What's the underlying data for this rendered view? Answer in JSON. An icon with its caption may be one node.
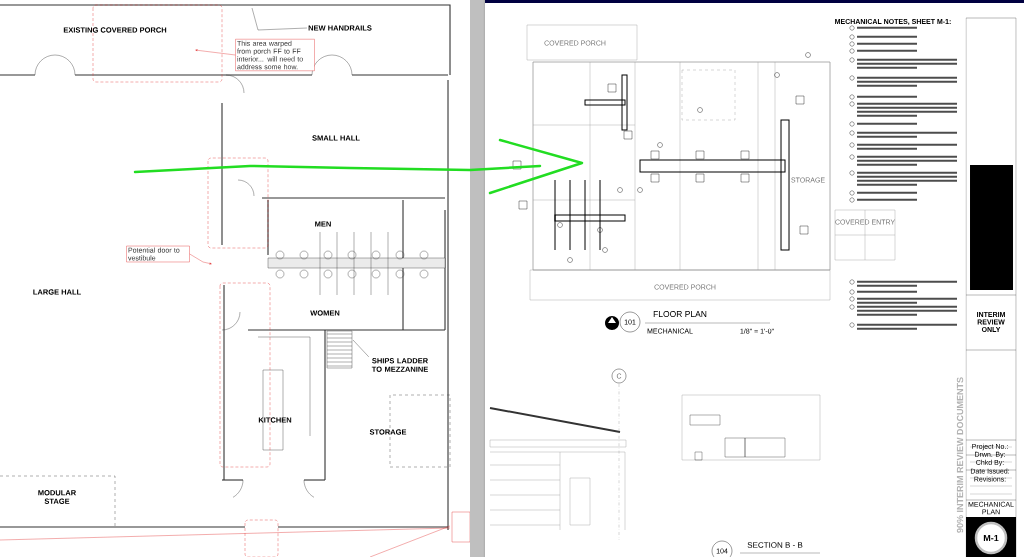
{
  "diagram": {
    "nodes": [
      {
        "text": [
          "This area warped from porch FF to FF interior... will need to address some how."
        ]
      },
      {
        "text": [
          "Potential door to vestibule"
        ]
      },
      {
        "text": [
          "NEW HANDRAILS"
        ]
      },
      {
        "text": [
          "SHIPS LADDER TO MEZZANINE"
        ]
      }
    ],
    "edges": [
      {
        "from": 0,
        "to": null,
        "arrow": "to",
        "color": "#e03030"
      },
      {
        "from": 1,
        "to": null,
        "arrow": "to",
        "color": "#e03030"
      },
      {
        "from": 2,
        "to": null,
        "arrow": "none",
        "color": "#333333"
      },
      {
        "from": 3,
        "to": null,
        "arrow": "none",
        "color": "#333333"
      }
    ],
    "labels": [
      "EXISTING COVERED PORCH",
      "SMALL HALL",
      "MEN",
      "LARGE HALL",
      "WOMEN",
      "KITCHEN",
      "STORAGE",
      "MODULAR STAGE",
      "COVERED PORCH",
      "STORAGE",
      "COVERED ENTRY",
      "COVERED PORCH",
      "101",
      "FLOOR PLAN",
      "MECHANICAL",
      "1/8\" = 1'-0\"",
      "C",
      "SECTION B - B",
      "104",
      "MECHANICAL NOTES, SHEET M-1:",
      "INTERIM REVIEW ONLY",
      "Project No.:",
      "Drwn. By:",
      "Chkd By:",
      "Date Issued:",
      "Revisions:",
      "MECHANICAL PLAN",
      "M-1",
      "90% INTERIM REVIEW DOCUMENTS"
    ]
  }
}
